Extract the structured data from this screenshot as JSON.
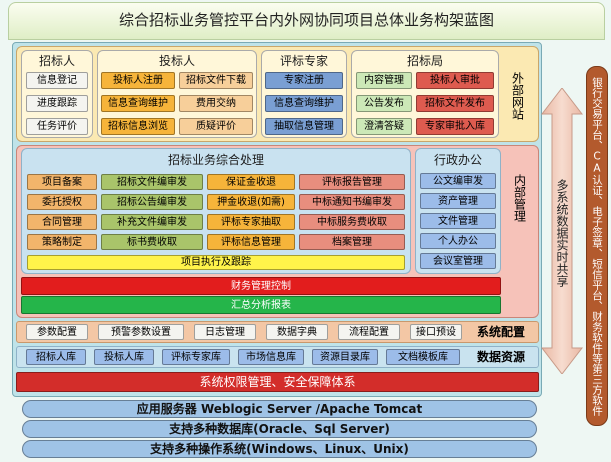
{
  "title": "综合招标业务管控平台内外网协同项目总体业务构架蓝图",
  "external": {
    "zone_label": "外部网站",
    "tenderer": {
      "title": "招标人",
      "items": [
        "信息登记",
        "进度跟踪",
        "任务评价"
      ]
    },
    "bidder": {
      "title": "投标人",
      "items": [
        "投标人注册",
        "招标文件下载",
        "信息查询维护",
        "费用交纳",
        "招标信息浏览",
        "质疑评价"
      ]
    },
    "expert": {
      "title": "评标专家",
      "items": [
        "专家注册",
        "信息查询维护",
        "抽取信息管理"
      ]
    },
    "bureau": {
      "title": "招标局",
      "items": [
        "内容管理",
        "投标人审批",
        "公告发布",
        "招标文件发布",
        "澄清答疑",
        "专家审批入库"
      ]
    }
  },
  "internal": {
    "zone_label": "内部管理",
    "business": {
      "title": "招标业务综合处理",
      "items": [
        "项目备案",
        "招标文件编审发",
        "保证金收退",
        "评标报告管理",
        "委托授权",
        "招标公告编审发",
        "押金收退(如需)",
        "中标通知书编审发",
        "合同管理",
        "补充文件编审发",
        "评标专家抽取",
        "中标服务费收取",
        "策略制定",
        "标书费收取",
        "评标信息管理",
        "档案管理"
      ],
      "tracking": "项目执行及跟踪",
      "finance": "财务管理控制",
      "summary": "汇总分析报表"
    },
    "admin": {
      "title": "行政办公",
      "items": [
        "公文编审发",
        "资产管理",
        "文件管理",
        "个人办公",
        "会议室管理"
      ]
    }
  },
  "system_config": {
    "label": "系统配置",
    "items": [
      "参数配置",
      "预警参数设置",
      "日志管理",
      "数据字典",
      "流程配置",
      "接口预设"
    ]
  },
  "data_resources": {
    "label": "数据资源",
    "items": [
      "招标人库",
      "投标人库",
      "评标专家库",
      "市场信息库",
      "资源目录库",
      "文档模板库"
    ]
  },
  "security": "系统权限管理、安全保障体系",
  "infrastructure": [
    "应用服务器 Weblogic Server /Apache Tomcat",
    "支持多种数据库(Oracle、Sql Server)",
    "支持多种操作系统(Windows、Linux、Unix)"
  ],
  "sync": "多系统数据实时共享",
  "third_party": "银行交易平台、CA认证、电子签章、短信平台、财务软件等第三方软件"
}
